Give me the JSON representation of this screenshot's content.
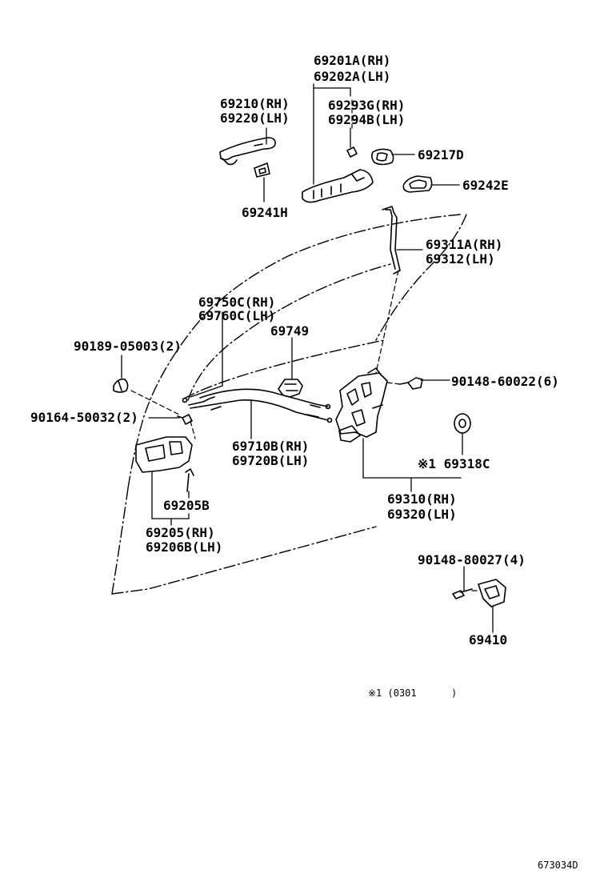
{
  "diagram": {
    "labels": {
      "p69201a": "69201A(RH)",
      "p69202a": "69202A(LH)",
      "p69210": "69210(RH)",
      "p69220": "69220(LH)",
      "p69293g": "69293G(RH)",
      "p69294b": "69294B(LH)",
      "p69217d": "69217D",
      "p69242e": "69242E",
      "p69241h": "69241H",
      "p69311a": "69311A(RH)",
      "p69312": "69312(LH)",
      "p69750c": "69750C(RH)",
      "p69760c": "69760C(LH)",
      "p69749": "69749",
      "p90189": "90189-05003(2)",
      "p90148_60022": "90148-60022(6)",
      "p90164": "90164-50032(2)",
      "p69710b": "69710B(RH)",
      "p69720b": "69720B(LH)",
      "p69318c": "※1 69318C",
      "p69205b": "69205B",
      "p69310": "69310(RH)",
      "p69320": "69320(LH)",
      "p69205": "69205(RH)",
      "p69206b": "69206B(LH)",
      "p90148_80027": "90148-80027(4)",
      "p69410": "69410"
    },
    "footnote": "※1 (0301      )",
    "figure_code": "673034D"
  }
}
